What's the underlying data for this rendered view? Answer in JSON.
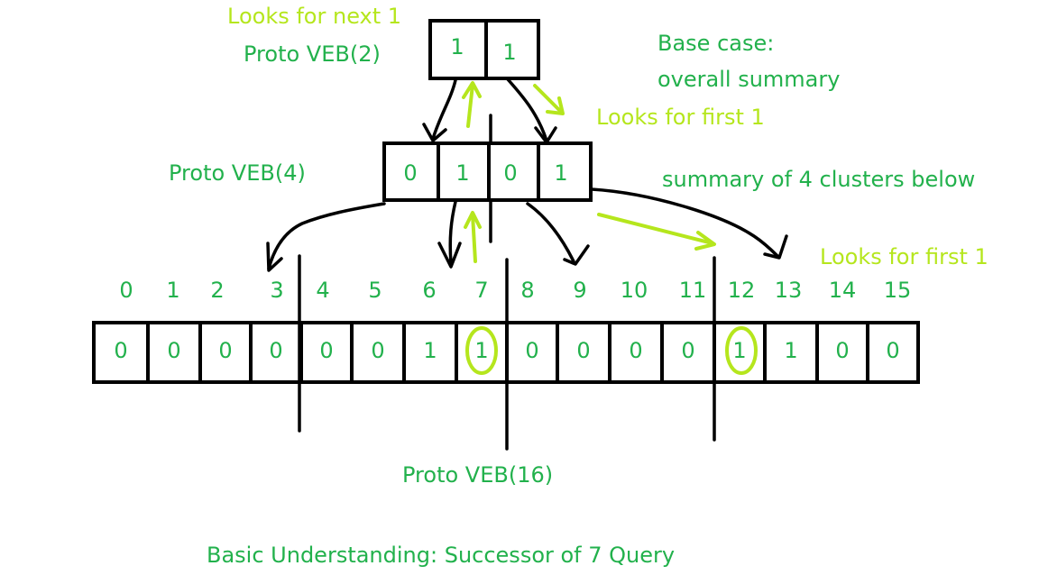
{
  "labels": {
    "looks_next": "Looks for next 1",
    "proto2": "Proto VEB(2)",
    "base_case_1": "Base case:",
    "base_case_2": "overall summary",
    "looks_first_top": "Looks for first 1",
    "proto4": "Proto VEB(4)",
    "summary_clusters": "summary of 4 clusters below",
    "looks_first_bottom": "Looks for first 1",
    "proto16": "Proto VEB(16)",
    "caption": "Basic Understanding: Successor of 7 Query"
  },
  "veb2": [
    "1",
    "1"
  ],
  "veb4": [
    "0",
    "1",
    "0",
    "1"
  ],
  "indices": [
    "0",
    "1",
    "2",
    "3",
    "4",
    "5",
    "6",
    "7",
    "8",
    "9",
    "10",
    "11",
    "12",
    "13",
    "14",
    "15"
  ],
  "bits": [
    "0",
    "0",
    "0",
    "0",
    "0",
    "0",
    "1",
    "1",
    "0",
    "0",
    "0",
    "0",
    "1",
    "1",
    "0",
    "0"
  ],
  "colors": {
    "text_green": "#22b14c",
    "highlight_lime": "#b5e61d",
    "lines": "#000000"
  }
}
